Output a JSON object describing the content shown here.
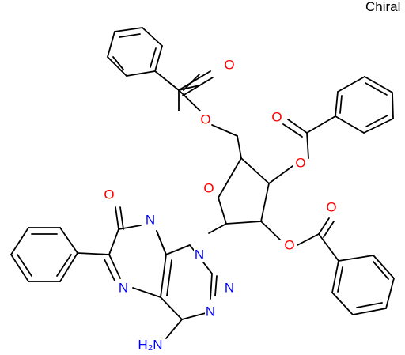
{
  "chiral_label": "Chiral",
  "atom_labels": {
    "o_benzoyl1_carbonyl": "O",
    "o_benzoyl1_ester": "O",
    "o_benzoyl2_carbonyl": "O",
    "o_benzoyl2_ester": "O",
    "o_benzoyl3_carbonyl": "O",
    "o_benzoyl3_ester": "O",
    "o_ring": "O",
    "o_pteridinone": "O",
    "n1": "N",
    "n_ring_pyrimidine": "N",
    "n_ring_bottom": "N",
    "n_pyrazine_top": "N",
    "n_pyrazine_left": "N",
    "amine": "H₂N"
  },
  "colors": {
    "oxygen": "#ff0000",
    "nitrogen": "#0000ff",
    "carbon": "#000000"
  }
}
